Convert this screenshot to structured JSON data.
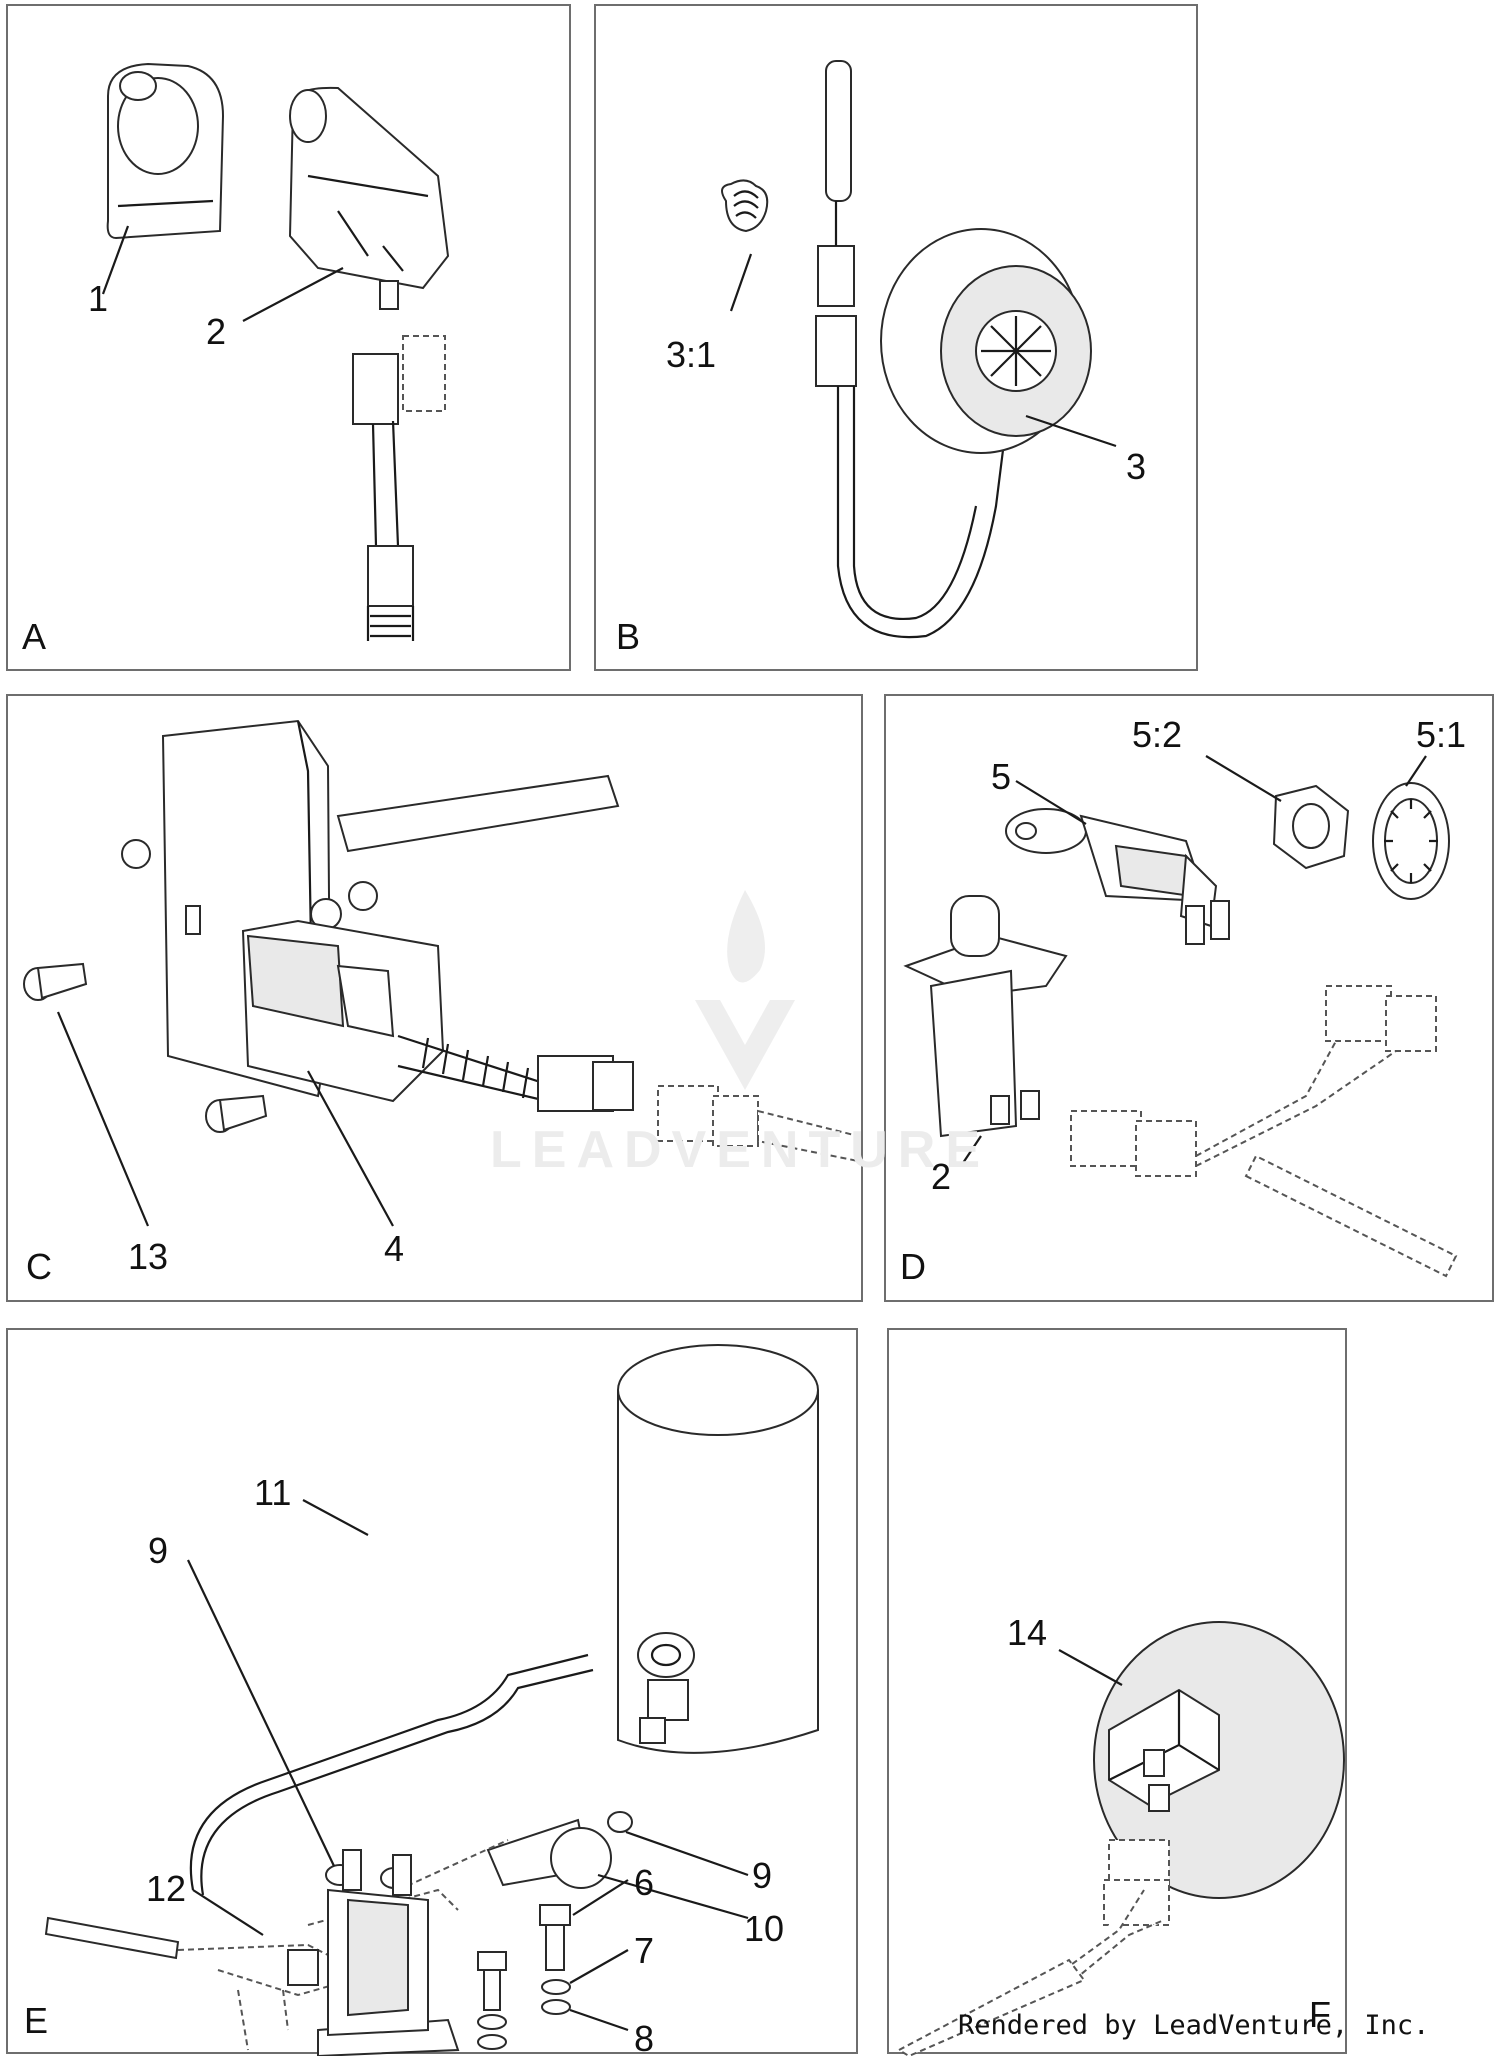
{
  "panels": {
    "A": {
      "label": "A",
      "callouts": [
        "1",
        "2"
      ]
    },
    "B": {
      "label": "B",
      "callouts": [
        "3:1",
        "3"
      ]
    },
    "C": {
      "label": "C",
      "callouts": [
        "13",
        "4"
      ]
    },
    "D": {
      "label": "D",
      "callouts": [
        "5:2",
        "5:1",
        "5",
        "2"
      ]
    },
    "E": {
      "label": "E",
      "callouts": [
        "11",
        "9",
        "9",
        "10",
        "6",
        "7",
        "12",
        "8"
      ]
    },
    "F": {
      "label": "F",
      "callouts": [
        "14"
      ]
    }
  },
  "watermark": "LEADVENTURE",
  "footer": "Rendered by LeadVenture, Inc."
}
